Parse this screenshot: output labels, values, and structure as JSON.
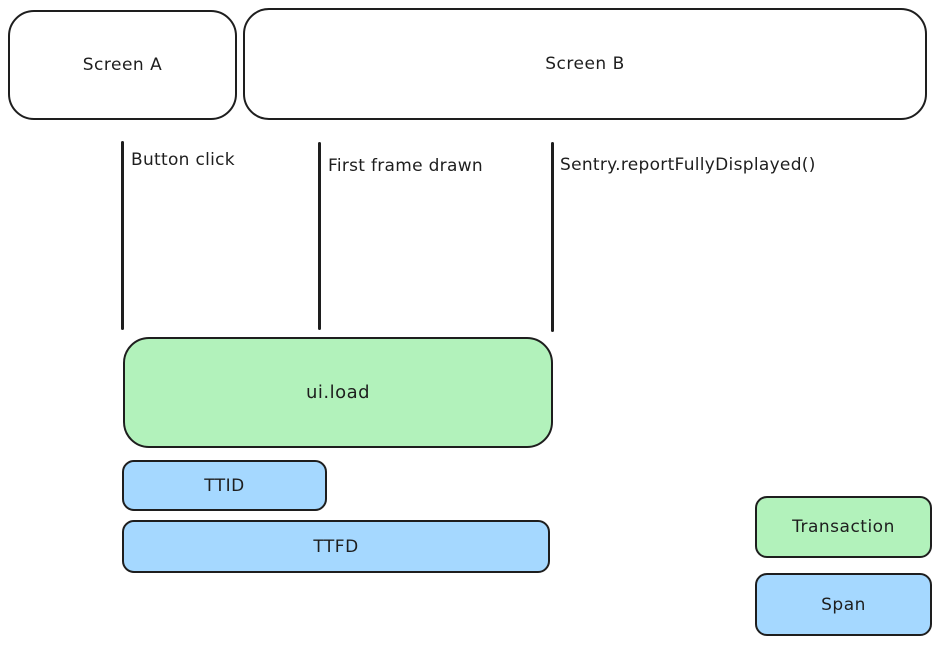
{
  "screens": {
    "screen_a": "Screen A",
    "screen_b": "Screen B"
  },
  "events": [
    {
      "label": "Button click"
    },
    {
      "label": "First frame drawn"
    },
    {
      "label": "Sentry.reportFullyDisplayed()"
    }
  ],
  "bars": {
    "transaction_label": "ui.load",
    "ttid_label": "TTID",
    "ttfd_label": "TTFD"
  },
  "legend": {
    "transaction": "Transaction",
    "span": "Span"
  },
  "colors": {
    "transaction_fill": "#b2f2bb",
    "span_fill": "#a5d8ff",
    "stroke": "#1e1e1e",
    "background": "#ffffff"
  }
}
